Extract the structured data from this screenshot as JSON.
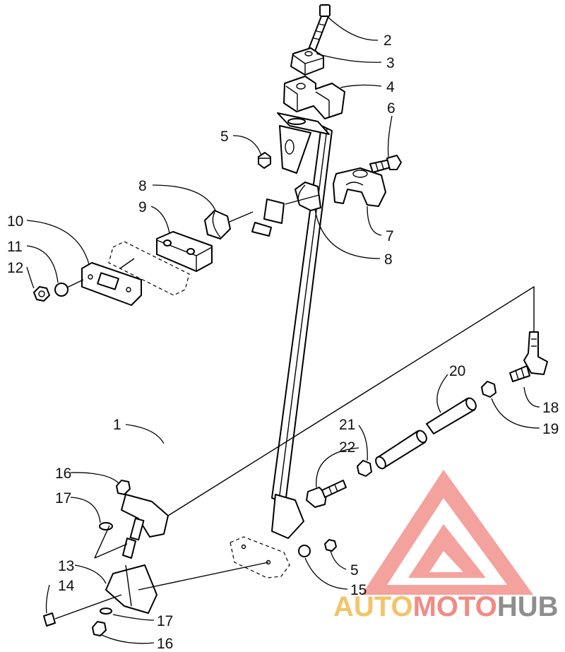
{
  "labels": {
    "p1": "1",
    "p2": "2",
    "p3": "3",
    "p4": "4",
    "p5a": "5",
    "p5b": "5",
    "p6": "6",
    "p7": "7",
    "p8a": "8",
    "p8b": "8",
    "p9": "9",
    "p10": "10",
    "p11": "11",
    "p12": "12",
    "p13": "13",
    "p14": "14",
    "p15": "15",
    "p16a": "16",
    "p16b": "16",
    "p17a": "17",
    "p17b": "17",
    "p18": "18",
    "p19": "19",
    "p20": "20",
    "p21": "21",
    "p22": "22"
  },
  "watermark": {
    "part1": "AUTO",
    "part2": "MOTO",
    "part3": "HUB",
    "color_gold": "#f2c46a",
    "color_red": "#f28a84",
    "color_gray": "#8e8e8e"
  }
}
